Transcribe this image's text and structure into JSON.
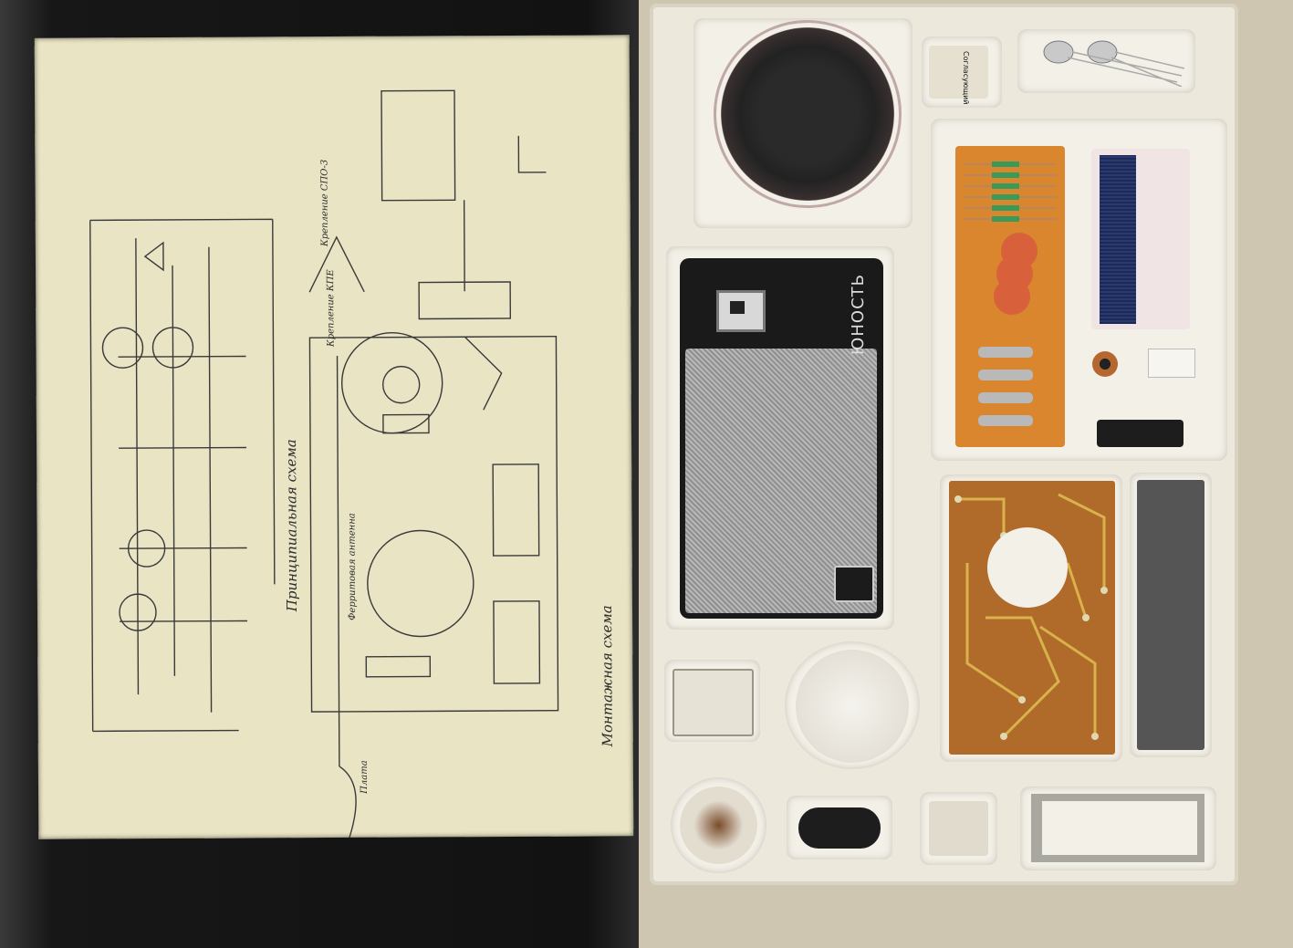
{
  "scene": {
    "description_visible_text": {
      "radio_brand": "ЮНОСТЬ",
      "schematic_title": "Принципиальная схема",
      "assembly_title": "Монтажная схема",
      "part_labels": {
        "transformer_label": "Согласующий",
        "ferrite_antenna": "Ферритовая антенна",
        "speaker_mount": "Крепление КПЕ",
        "plate": "Плата",
        "mount_note": "Крепление СПО-3"
      }
    },
    "colors": {
      "sheet": "#e8e4c4",
      "tray": "#ece8dc",
      "pcb_resistor_board": "#d9862e",
      "pcb_main": "#b06a2a",
      "ferrite": "#555555"
    }
  }
}
